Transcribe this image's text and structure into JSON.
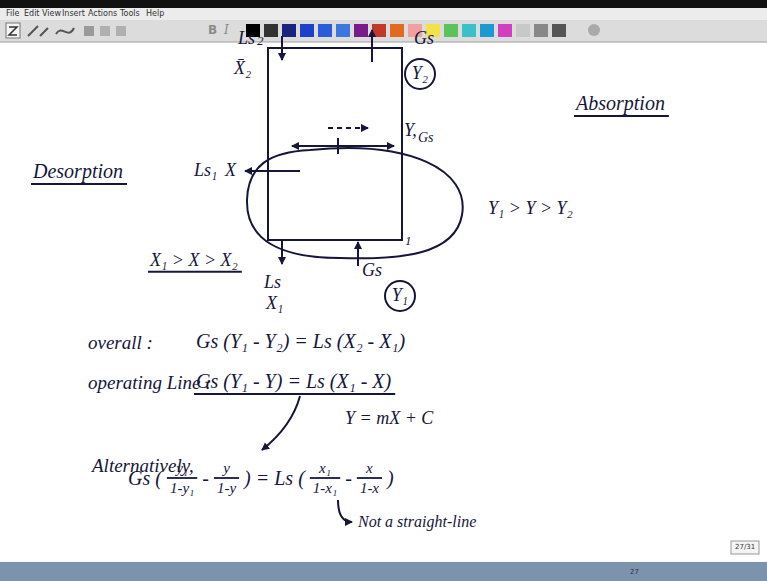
{
  "diagram": {
    "nodes": [
      {
        "text": [
          "Y₂"
        ]
      },
      {
        "text": [
          "Y₁"
        ]
      }
    ],
    "labels": [
      "File",
      "Edit",
      "View",
      "Insert",
      "Actions",
      "Tools",
      "Help",
      "Desorption",
      "Absorption",
      "Ls",
      "2",
      "X̄₂",
      "Gs",
      "Ls₁",
      "X",
      "Y,",
      "Gs",
      "X₁ > X > X₂",
      "Y₁ > Y > Y₂",
      "Ls",
      "X₁",
      "Gs",
      "1",
      "overall :",
      "Gs (Y₁ - Y₂) = Ls (X₂ - X₁)",
      "operating Line :",
      "Gs (Y₁ - Y) = Ls (X₁ - X)",
      "Y = mX + C",
      "Alternatively,",
      "Gs (",
      "y₁",
      "1-y₁",
      "-",
      "y",
      "1-y",
      ") = Ls (",
      "x₁",
      "1-x₁",
      "-",
      "x",
      "1-x",
      ")",
      "Not a straight-line",
      "27/31",
      "27",
      "B",
      "I"
    ]
  }
}
